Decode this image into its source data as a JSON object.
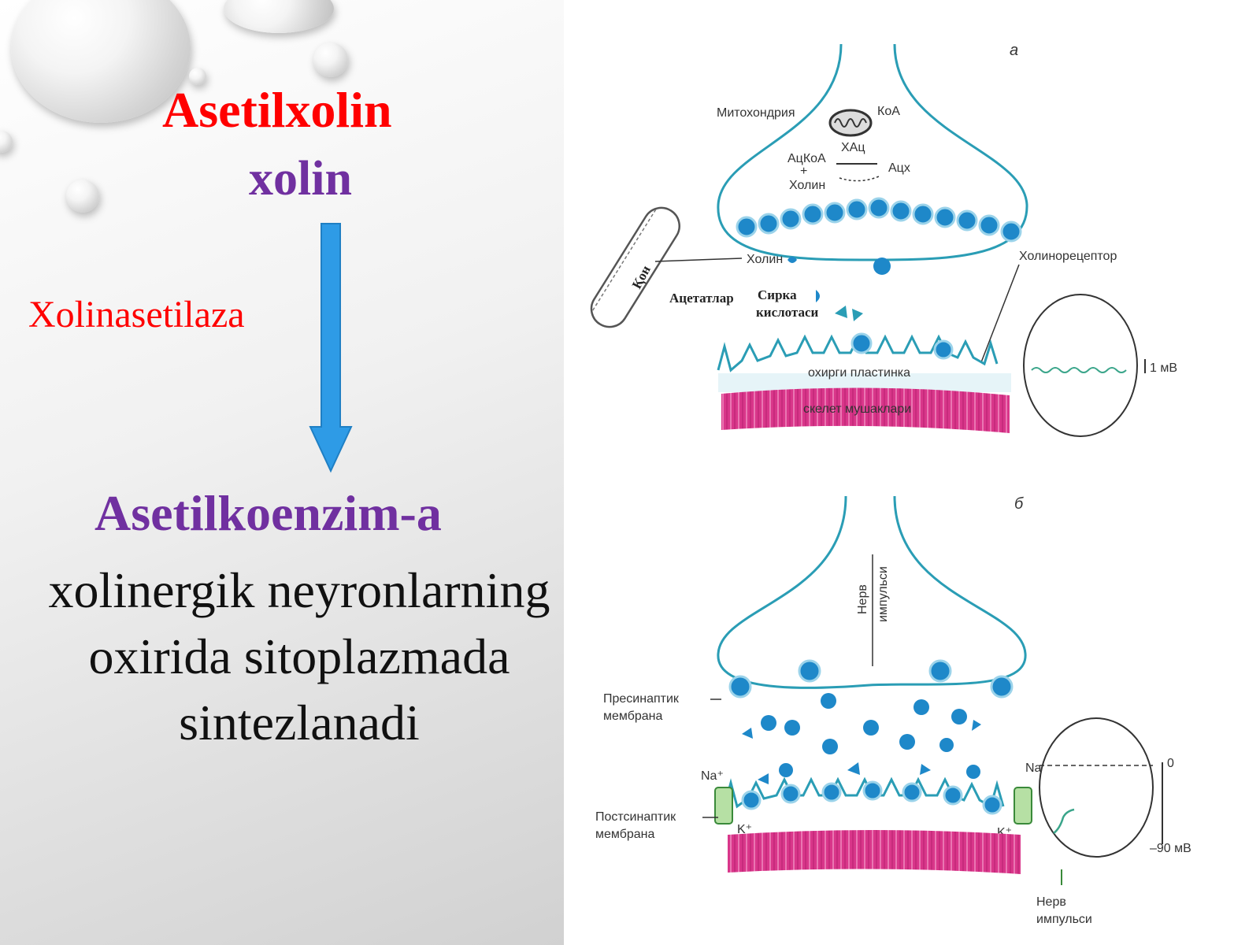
{
  "slide": {
    "title": "Asetilxolin",
    "subtitle": "xolin",
    "enzyme": "Xolinasetilaza",
    "product": "Asetilkoenzim-a",
    "description": "xolinergik neyronlarning oxirida sitoplazmada sintezlanadi"
  },
  "diagram": {
    "panel_a": {
      "letter": "а",
      "mitochondria": "Митохондрия",
      "coa": "КоА",
      "chat": "ХАц",
      "acetyl_coa": "АцКоА",
      "plus": "+",
      "choline_top": "Холин",
      "ach": "Ацх",
      "blood": "Қон",
      "choline": "Холин",
      "acetates": "Ацетатлар",
      "acetic_acid_1": "Сирка",
      "acetic_acid_2": "кислотаси",
      "cholinoreceptor": "Холинорецептор",
      "end_plate": "охирги пластинка",
      "skeletal_muscle": "скелет мушаклари",
      "mv": "1 мВ"
    },
    "panel_b": {
      "letter": "б",
      "nerve_impulse_1": "Нерв",
      "nerve_impulse_2": "импульси",
      "presynaptic_1": "Пресинаптик",
      "presynaptic_2": "мембрана",
      "postsynaptic_1": "Постсинаптик",
      "postsynaptic_2": "мембрана",
      "na": "Na⁺",
      "k": "K⁺",
      "zero": "0",
      "minus90": "–90 мВ",
      "bottom_nerve_1": "Нерв",
      "bottom_nerve_2": "импульси"
    }
  },
  "colors": {
    "title": "#ff0000",
    "purple": "#7030a0",
    "arrow": "#2e9be6",
    "diagram_teal": "#2a9db5",
    "vesicle": "#1e88c9",
    "muscle": "#d9368a"
  }
}
